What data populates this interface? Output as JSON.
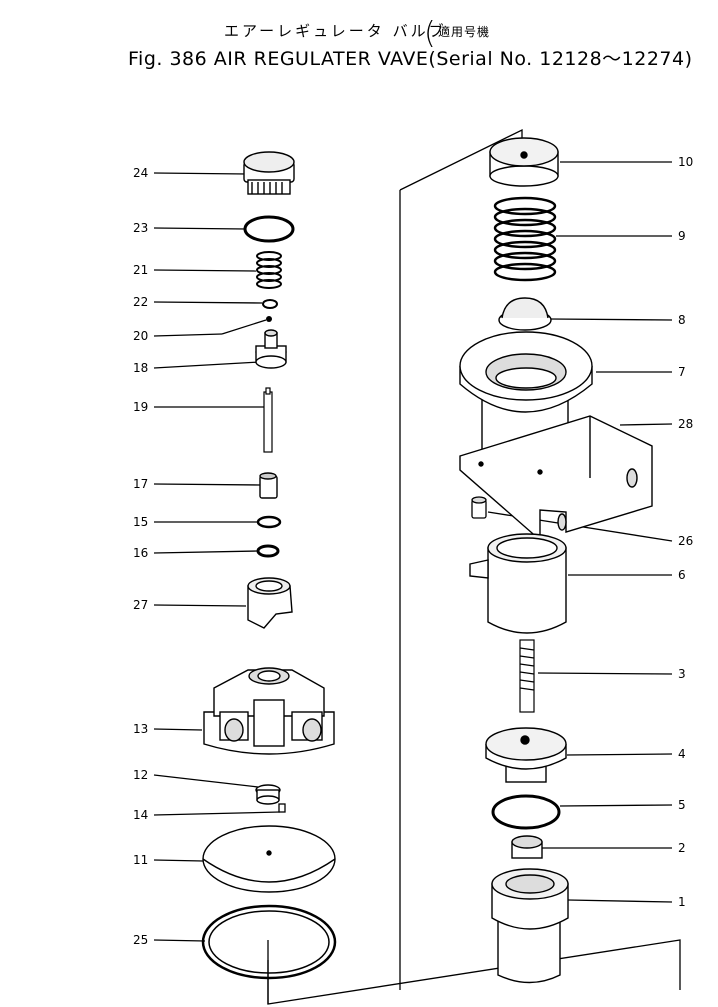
{
  "title": {
    "japanese": "エアーレギュレータ バルブ",
    "japanese_applicable": "適用号機",
    "main": "Fig. 386 AIR REGULATER VAVE",
    "serial": "Serial No. 12128～12274"
  },
  "left_labels": {
    "p24": "24",
    "p23": "23",
    "p21": "21",
    "p22": "22",
    "p20": "20",
    "p18": "18",
    "p19": "19",
    "p17": "17",
    "p15": "15",
    "p16": "16",
    "p27": "27",
    "p13": "13",
    "p12": "12",
    "p14": "14",
    "p11": "11",
    "p25": "25"
  },
  "right_labels": {
    "p10": "10",
    "p9": "9",
    "p8": "8",
    "p7": "7",
    "p28": "28",
    "p26": "26",
    "p6": "6",
    "p3": "3",
    "p4": "4",
    "p5": "5",
    "p2": "2",
    "p1": "1"
  }
}
